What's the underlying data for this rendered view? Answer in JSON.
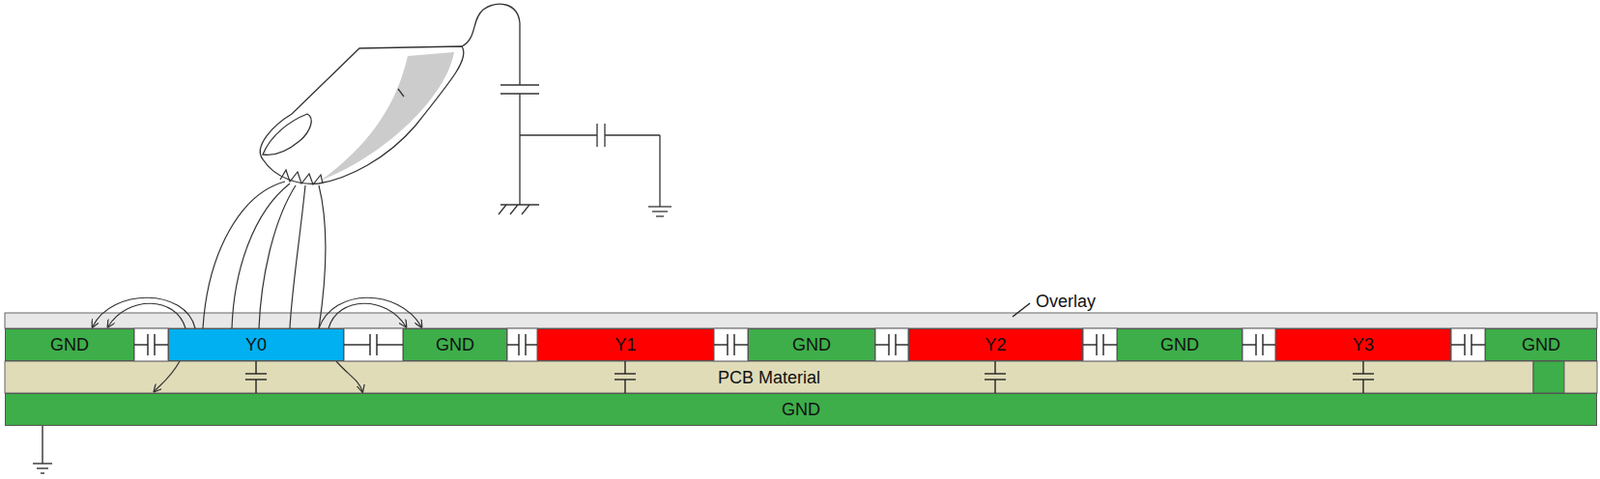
{
  "diagram": {
    "nodes": [
      {
        "text": [
          "GND"
        ]
      },
      {
        "text": [
          "Y0"
        ]
      },
      {
        "text": [
          "GND"
        ]
      },
      {
        "text": [
          "Y1"
        ]
      },
      {
        "text": [
          "GND"
        ]
      },
      {
        "text": [
          "Y2"
        ]
      },
      {
        "text": [
          "GND"
        ]
      },
      {
        "text": [
          "Y3"
        ]
      },
      {
        "text": [
          "GND"
        ]
      },
      {
        "text": [
          "PCB Material"
        ]
      },
      {
        "text": [
          "GND"
        ]
      }
    ],
    "labels": [
      "Overlay"
    ]
  }
}
